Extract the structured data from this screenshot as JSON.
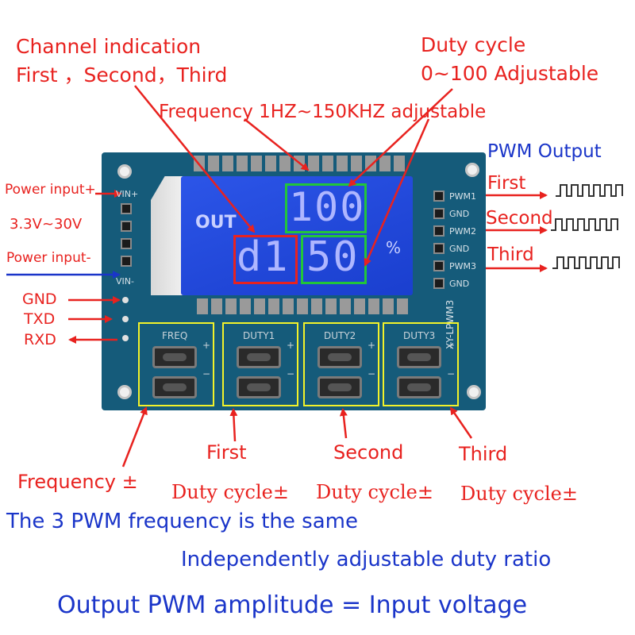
{
  "title": {
    "channel_line1": "Channel indication",
    "channel_line2": "First  ，Second，Third",
    "frequency": "Frequency 1HZ~150KHZ  adjustable",
    "duty_line1": "Duty cycle",
    "duty_line2": "0~100 Adjustable"
  },
  "left_labels": {
    "power_plus": "Power input+",
    "voltage": "3.3V~30V",
    "power_minus": "Power input-",
    "gnd": "GND",
    "txd": "TXD",
    "rxd": "RXD"
  },
  "right_labels": {
    "pwm_output": "PWM Output",
    "first": "First",
    "second": "Second",
    "third": "Third"
  },
  "board": {
    "vin_plus": "VIN+",
    "vin_minus": "VIN-",
    "model": "XY-LPWM3",
    "pins": [
      "PWM1",
      "GND",
      "PWM2",
      "GND",
      "PWM3",
      "GND"
    ],
    "buttons": [
      "FREQ",
      "DUTY1",
      "DUTY2",
      "DUTY3"
    ],
    "plus": "+",
    "minus": "−"
  },
  "lcd": {
    "out": "OUT",
    "top_value": "100",
    "channel": "d1",
    "bottom_value": "50",
    "unit": "%"
  },
  "bottom_labels": {
    "first": "First",
    "second": "Second",
    "third": "Third",
    "frequency": "Frequency ±",
    "duty1": "Duty cycle±",
    "duty2": "Duty cycle±",
    "duty3": "Duty cycle±"
  },
  "notes": {
    "line1": "The 3 PWM frequency is the same",
    "line2": "Independently adjustable duty ratio",
    "line3": "Output PWM amplitude = Input voltage"
  },
  "colors": {
    "annotation_red": "#e8221f",
    "annotation_blue": "#1a35c9",
    "pcb": "#155b7a",
    "lcd": "#2147d8",
    "highlight_green": "#22c53a",
    "highlight_red": "#e8221f",
    "button_frame": "#f2f22a"
  }
}
